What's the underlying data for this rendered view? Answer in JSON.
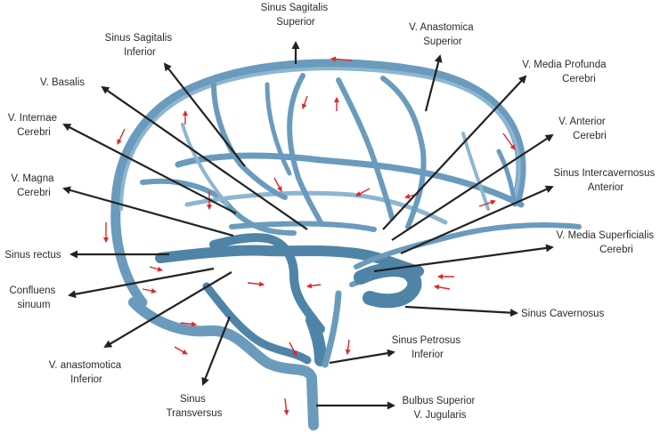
{
  "labels": {
    "sinus_sagitalis_superior": [
      "Sinus Sagitalis",
      "Superior"
    ],
    "v_anastomotica_superior": [
      "V. Anastomica",
      "Superior"
    ],
    "sinus_sagitalis_inferior": [
      "Sinus Sagitalis",
      "Inferior"
    ],
    "v_media_profunda": [
      "V. Media Profunda",
      "Cerebri"
    ],
    "v_basalis": [
      "V. Basalis"
    ],
    "v_internae_cerebri": [
      "V. Internae",
      "Cerebri"
    ],
    "v_anterior_cerebri": [
      "V. Anterior",
      "Cerebri"
    ],
    "v_magna_cerebri": [
      "V. Magna",
      "Cerebri"
    ],
    "sinus_intercavernosus": [
      "Sinus Intercavernosus",
      "Anterior"
    ],
    "sinus_rectus": [
      "Sinus rectus"
    ],
    "v_media_superficialis": [
      "V. Media Superficialis",
      "Cerebri"
    ],
    "confluens_sinuum": [
      "Confluens",
      "sinuum"
    ],
    "sinus_cavernosus": [
      "Sinus Cavernosus"
    ],
    "v_anastomotica_inferior": [
      "V. anastomotica",
      "Inferior"
    ],
    "sinus_petrosus_inferior": [
      "Sinus Petrosus",
      "Inferior"
    ],
    "sinus_transversus": [
      "Sinus",
      "Transversus"
    ],
    "bulbus_superior": [
      "Bulbus Superior",
      "V. Jugularis"
    ]
  },
  "colors": {
    "vein_dark": "#4f84a7",
    "vein_mid": "#6a9bbd",
    "vein_light": "#8db6d0",
    "pointer": "#222222",
    "flow_arrow": "#e0262a"
  }
}
